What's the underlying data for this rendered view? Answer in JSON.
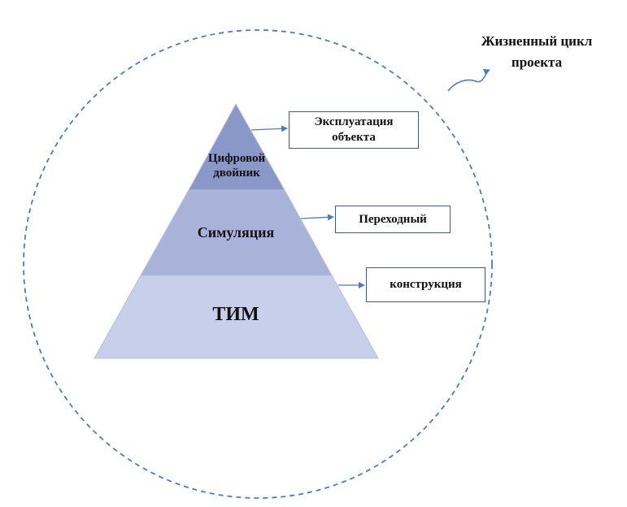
{
  "lifecycle": {
    "line1": "Жизненный цикл",
    "line2": "проекта"
  },
  "pyramid": {
    "top": {
      "line1": "Цифровой",
      "line2": "двойник"
    },
    "middle": "Симуляция",
    "bottom": "ТИМ"
  },
  "stages": {
    "operation": {
      "line1": "Эксплуатация",
      "line2": "объекта"
    },
    "transition": "Переходный",
    "construction": "конструкция"
  },
  "colors": {
    "dashed_circle": "#4a7cc4",
    "arrow": "#4a7cc4",
    "tier_top": "#8a98c8",
    "tier_middle": "#a9b3da",
    "tier_bottom": "#c8cfea",
    "tier_stroke": "#b8bedc",
    "box_border": "#3d5a8a"
  }
}
